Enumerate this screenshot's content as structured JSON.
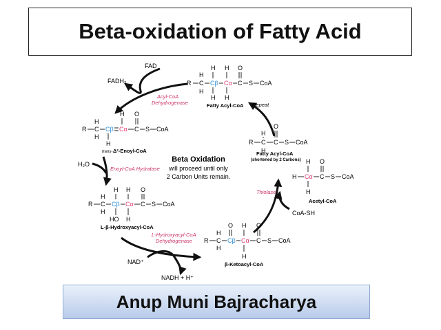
{
  "title": "Beta-oxidation of Fatty Acid",
  "author": "Anup Muni Bajracharya",
  "center": {
    "heading": "Beta Oxidation",
    "line1": "will proceed until only",
    "line2": "2 Carbon Units remain."
  },
  "cofactors": {
    "fad": "FAD",
    "fadh2": "FADH₂",
    "h2o": "H₂O",
    "nad": "NAD⁺",
    "nadh": "NADH + H⁺",
    "coash": "CoA-SH",
    "repeat": "Repeat"
  },
  "enzymes": {
    "acyl_coa_dehydrogenase": [
      "Acyl-CoA",
      "Dehydrogenase"
    ],
    "enoyl_coa_hydratase": "Enoyl-CoA Hydratase",
    "hydroxyacyl_coa_dehydrogenase": [
      "L-Hydroxyacyl-CoA",
      "Dehydrogenase"
    ],
    "thiolase": "Thiolase"
  },
  "compounds": {
    "fatty_acyl_coa": "Fatty Acyl-CoA",
    "enoyl_coa_prefix": "trans-",
    "enoyl_coa": "Δ²-Enoyl-CoA",
    "hydroxyacyl_coa": "L-β-Hydroxyacyl-CoA",
    "ketoacyl_coa": "β-Ketoacyl-CoA",
    "shortened_acyl_coa": "Fatty Acyl-CoA",
    "shortened_note": "(shortened by 2 Carbons)",
    "acetyl_coa": "Acetyl-CoA"
  },
  "atoms": {
    "R": "R",
    "C": "C",
    "H": "H",
    "O": "O",
    "S": "S",
    "CoA": "CoA",
    "HO": "HO",
    "c_beta": "Cβ",
    "c_alpha": "Cα"
  },
  "colors": {
    "enzyme_text": "#cc3366",
    "c_beta": "#2f8fd6",
    "c_alpha": "#e0407a",
    "title_border": "#222222",
    "author_bg_top": "#e8f0fb",
    "author_bg_bottom": "#b9cbea"
  }
}
